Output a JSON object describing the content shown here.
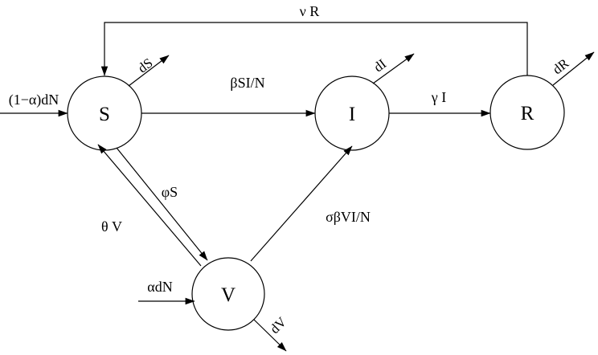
{
  "nodes": {
    "s": "S",
    "i": "I",
    "r": "R",
    "v": "V"
  },
  "edges": {
    "recovery_loss": "ν R",
    "infection": "βSI/N",
    "recovery": "γ I",
    "vaccination": "φS",
    "waning": "θ V",
    "vaccinated_infection": "σβVI/N",
    "birth_unvaccinated": "(1−α)dN",
    "birth_vaccinated": "αdN"
  },
  "deaths": {
    "s": "dS",
    "i": "dI",
    "r": "dR",
    "v": "dV"
  },
  "colors": {
    "stroke": "#000000",
    "background": "#ffffff"
  }
}
